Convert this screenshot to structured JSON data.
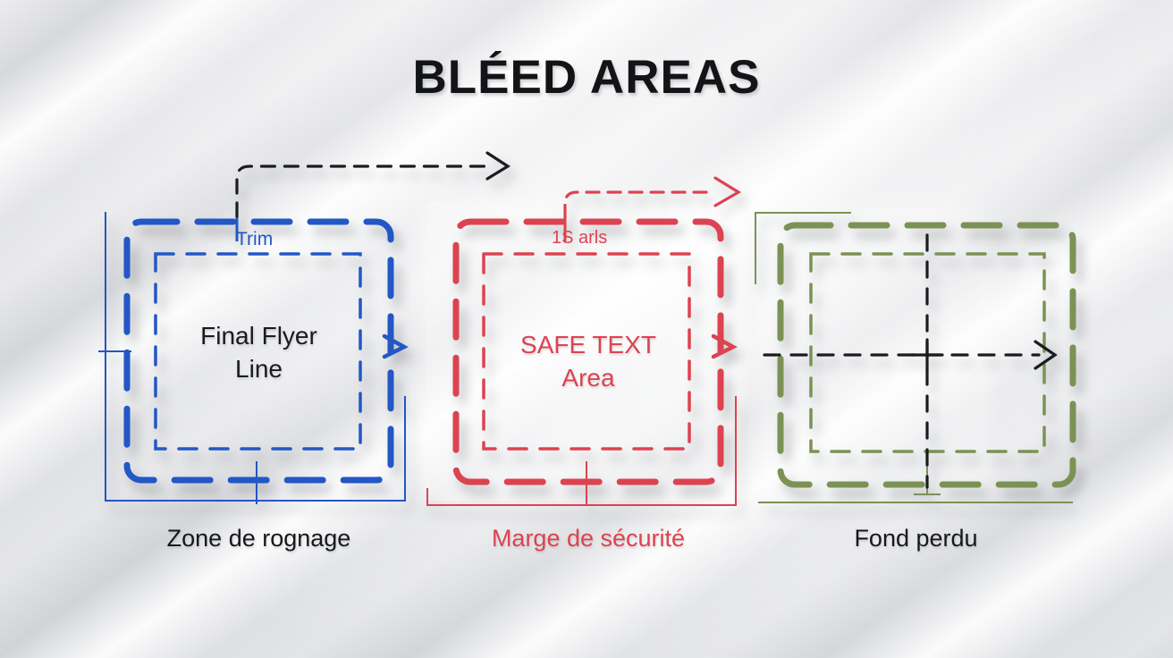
{
  "title": "BLÉED AREAS",
  "colors": {
    "blue": "#2257c5",
    "red": "#dc4350",
    "green": "#7b9255",
    "ink": "#1b1c1e",
    "bg": "#e9eaec"
  },
  "boxes": {
    "trim": {
      "tag": "Trim",
      "line1": "Final Flyer",
      "line2": "Line",
      "caption": "Zone de rognage"
    },
    "safe": {
      "tag": "1S arls",
      "line1": "SAFE TEXT",
      "line2": "Area",
      "caption": "Marge de sécurité"
    },
    "bleed": {
      "caption": "Fond perdu"
    }
  }
}
